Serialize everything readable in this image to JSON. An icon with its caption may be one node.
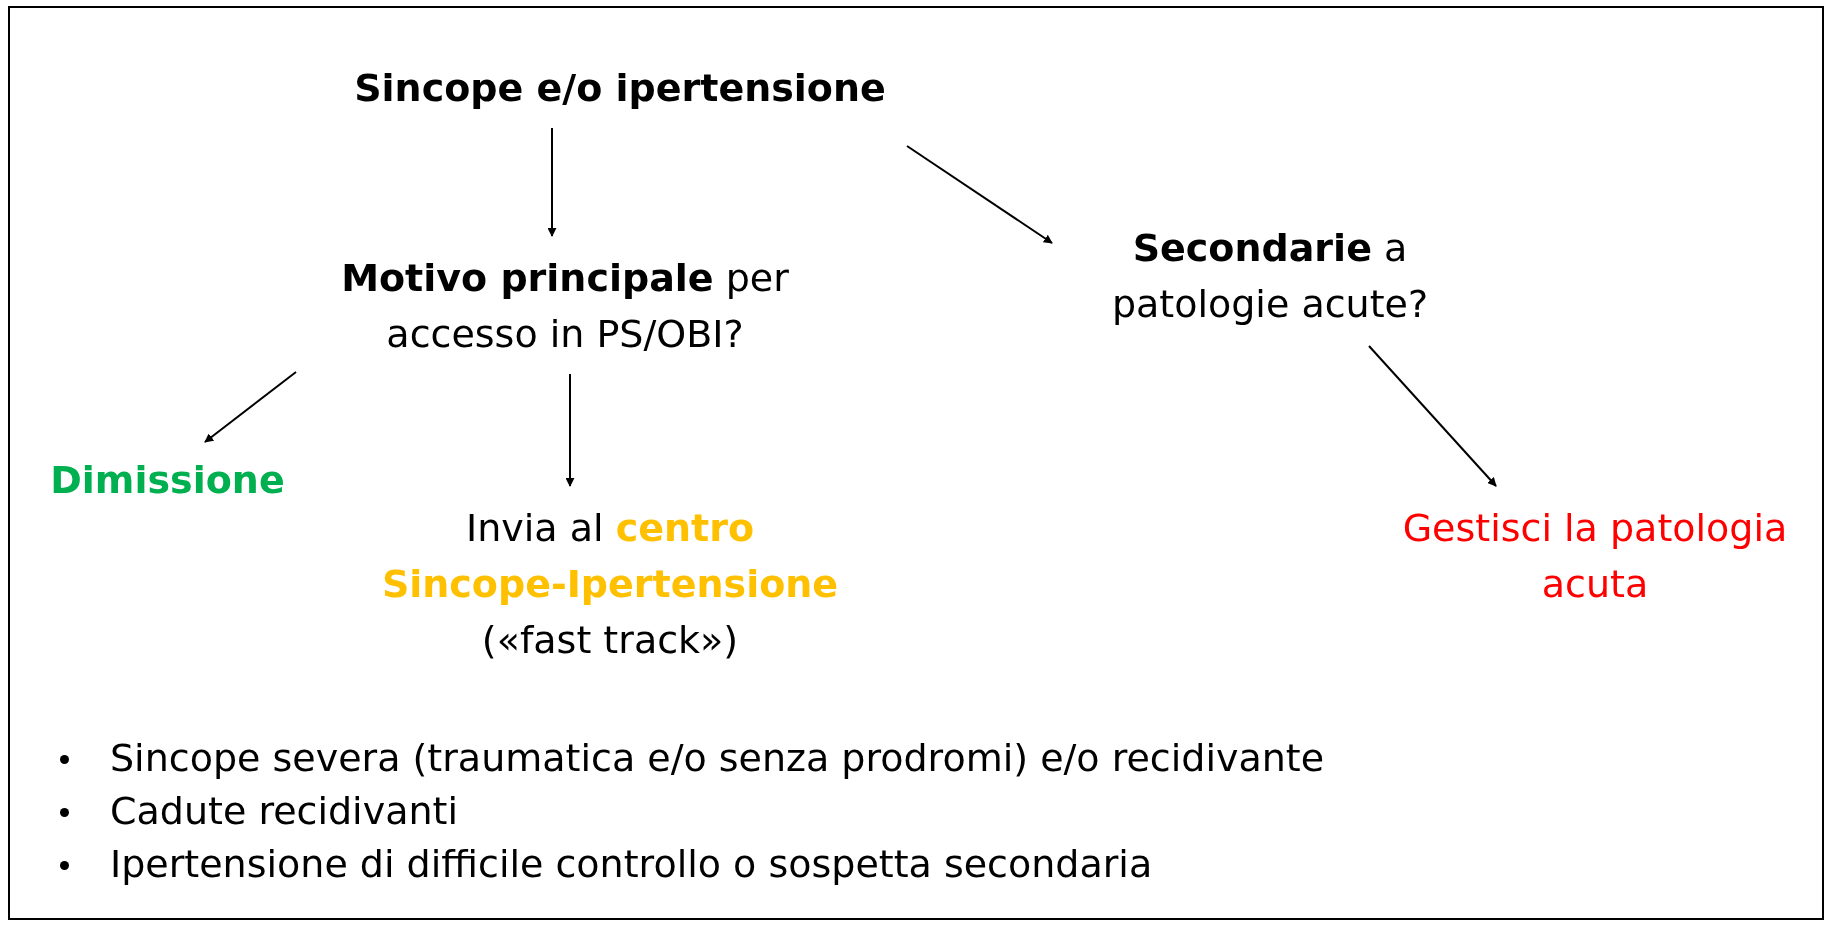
{
  "diagram": {
    "nodes": [
      {
        "text": [
          "Sincope e/o ipertensione"
        ]
      },
      {
        "text": [
          "**Motivo principale** per accesso in PS/OBI?"
        ]
      },
      {
        "text": [
          "**Secondarie** a patologie acute?"
        ]
      },
      {
        "text": [
          "Dimissione"
        ]
      },
      {
        "text": [
          "Invia al **centro Sincope-Ipertensione** («fast track»)"
        ]
      },
      {
        "text": [
          "Gestisci la patologia acuta"
        ]
      }
    ],
    "edges": [
      {
        "from": 0,
        "to": 1,
        "arrow": "to"
      },
      {
        "from": 0,
        "to": 2,
        "arrow": "to"
      },
      {
        "from": 1,
        "to": 3,
        "arrow": "to"
      },
      {
        "from": 1,
        "to": 4,
        "arrow": "to"
      },
      {
        "from": 2,
        "to": 5,
        "arrow": "to"
      }
    ],
    "labels": [
      "Sincope severa (traumatica e/o senza prodromi) e/o recidivante",
      "Cadute recidivanti",
      "Ipertensione di difficile controllo o sospetta secondaria"
    ]
  }
}
